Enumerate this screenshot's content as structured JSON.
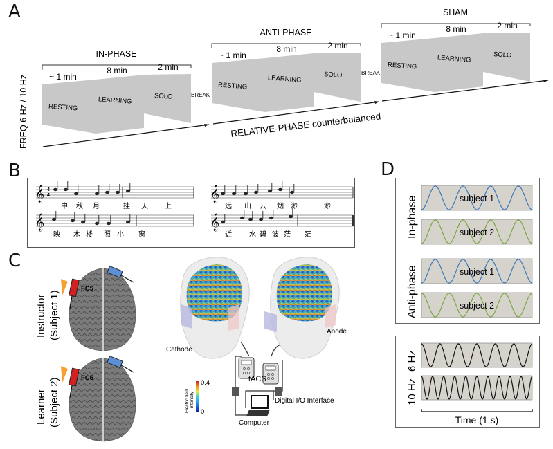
{
  "panels": {
    "A": {
      "letter": "A",
      "y_axis_label": "FREQ 6 Hz / 10 Hz",
      "x_axis_label": "RELATIVE-PHASE counterbalanced",
      "break_label": "BREAK",
      "blocks": [
        {
          "title": "IN-PHASE",
          "phases": [
            {
              "label": "RESTING",
              "duration": "~ 1 min"
            },
            {
              "label": "LEARNING",
              "duration": "8 min"
            },
            {
              "label": "SOLO",
              "duration": "2 min"
            }
          ]
        },
        {
          "title": "ANTI-PHASE",
          "phases": [
            {
              "label": "RESTING",
              "duration": "~ 1 min"
            },
            {
              "label": "LEARNING",
              "duration": "8 min"
            },
            {
              "label": "SOLO",
              "duration": "2 min"
            }
          ]
        },
        {
          "title": "SHAM",
          "phases": [
            {
              "label": "RESTING",
              "duration": "~ 1 min"
            },
            {
              "label": "LEARNING",
              "duration": "8 min"
            },
            {
              "label": "SOLO",
              "duration": "2 min"
            }
          ]
        }
      ]
    },
    "B": {
      "letter": "B",
      "time_signature": "4/4",
      "lyrics": [
        [
          "中",
          "秋",
          "月",
          "挂",
          "天",
          "上"
        ],
        [
          "远",
          "山",
          "云",
          "烟",
          "渺",
          "渺"
        ],
        [
          "映",
          "木",
          "楼",
          "照",
          "小",
          "窗"
        ],
        [
          "近",
          "水",
          "碧",
          "波",
          "茫",
          "茫"
        ]
      ]
    },
    "C": {
      "letter": "C",
      "subject_labels": [
        {
          "line1": "Instructor",
          "line2": "(Subject 1)"
        },
        {
          "line1": "Learner",
          "line2": "(Subject 2)"
        }
      ],
      "electrode_label": "FC5",
      "cathode_label": "Cathode",
      "anode_label": "Anode",
      "device_label": "tACS",
      "interface_label": "Digital I/O Interface",
      "computer_label": "Computer",
      "colorbar": {
        "title_line1": "Electric field",
        "title_line2": "intensity",
        "max": "0.4",
        "min": "0"
      },
      "colors": {
        "electrode_red": "#d42020",
        "electrode_blue": "#5b8fd6",
        "lightning": "#f5a030",
        "brain": "#7a7a7a"
      }
    },
    "D": {
      "letter": "D",
      "conditions": [
        {
          "label": "In-phase",
          "waves": [
            {
              "name": "subject 1",
              "color": "#3a78b8",
              "cycles": 4,
              "phase": 0
            },
            {
              "name": "subject 2",
              "color": "#7aa63c",
              "cycles": 4,
              "phase": 0
            }
          ]
        },
        {
          "label": "Anti-phase",
          "waves": [
            {
              "name": "subject 1",
              "color": "#3a78b8",
              "cycles": 4,
              "phase": 0
            },
            {
              "name": "subject 2",
              "color": "#7aa63c",
              "cycles": 4,
              "phase": 180
            }
          ]
        }
      ],
      "frequencies": [
        {
          "label": "6 Hz",
          "cycles": 6
        },
        {
          "label": "10 Hz",
          "cycles": 10
        }
      ],
      "time_label": "Time (1 s)",
      "colors": {
        "wave_bg": "#d6d3cd",
        "freq_wave": "#111111"
      }
    }
  }
}
